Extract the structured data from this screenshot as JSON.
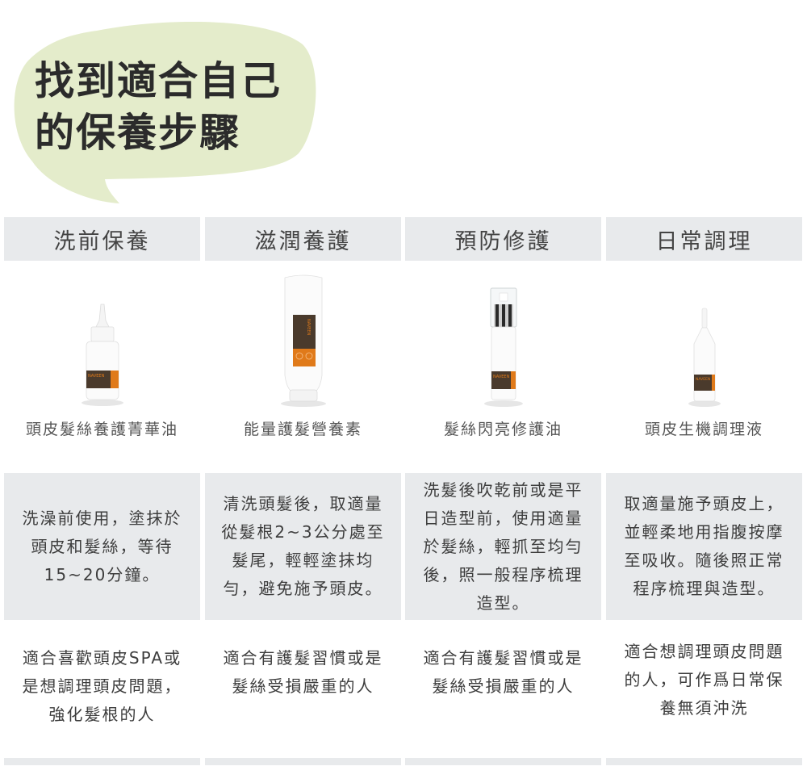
{
  "title": {
    "lines": [
      "找到適合自己",
      "的保養步驟"
    ],
    "bubble_color": "#e4eccb"
  },
  "columns": [
    {
      "header": "洗前保養",
      "product": {
        "icon": "dropper-bottle-icon",
        "name": "頭皮髮絲養護菁華油"
      },
      "usage": "洗澡前使用，塗抹於頭皮和髮絲，等待15~20分鐘。",
      "suitable_for": "適合喜歡頭皮SPA或是想調理頭皮問題，強化髮根的人"
    },
    {
      "header": "滋潤養護",
      "product": {
        "icon": "tube-bottle-icon",
        "name": "能量護髮營養素"
      },
      "usage": "清洗頭髮後，取適量從髮根2~3公分處至髮尾，輕輕塗抹均勻，避免施予頭皮。",
      "suitable_for": "適合有護髮習慣或是髮絲受損嚴重的人"
    },
    {
      "header": "預防修護",
      "product": {
        "icon": "pump-bottle-icon",
        "name": "髮絲閃亮修護油"
      },
      "usage": "洗髮後吹乾前或是平日造型前，使用適量於髮絲，輕抓至均勻後，照一般程序梳理造型。",
      "suitable_for": "適合有護髮習慣或是髮絲受損嚴重的人"
    },
    {
      "header": "日常調理",
      "product": {
        "icon": "ampoule-bottle-icon",
        "name": "頭皮生機調理液"
      },
      "usage": "取適量施予頭皮上，並輕柔地用指腹按摩至吸收。隨後照正常程序梳理與造型。",
      "suitable_for": "適合想調理頭皮問題的人，可作爲日常保養無須沖洗"
    }
  ],
  "brand": {
    "label_text": "NAVEEN",
    "label_brown": "#4a3a2c",
    "label_orange": "#e07a1a",
    "panel_gray": "#e8eaec"
  }
}
